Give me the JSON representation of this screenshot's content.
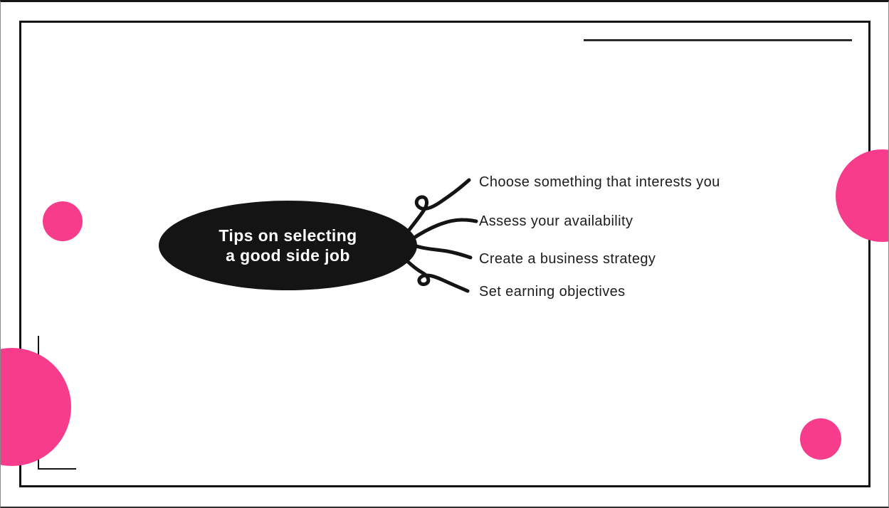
{
  "theme": {
    "background": "#FFFFFF",
    "ink_black": "#141414",
    "accent_pink": "#F83C8C",
    "topic_text_color": "#FFFFFF"
  },
  "mindmap": {
    "central_topic": {
      "line1": "Tips on selecting",
      "line2": "a good side job"
    },
    "branches": [
      {
        "label": "Choose something that interests you"
      },
      {
        "label": "Assess your availability"
      },
      {
        "label": "Create a business strategy"
      },
      {
        "label": "Set earning objectives"
      }
    ]
  },
  "decorations": {
    "pink_circle_positions": [
      "top-right",
      "middle-left",
      "bottom-left",
      "bottom-right"
    ],
    "top_right_rule": "horizontal-line",
    "corner_bracket_position": "bottom-left",
    "frame_border": "thin-black-inset-rectangle"
  }
}
